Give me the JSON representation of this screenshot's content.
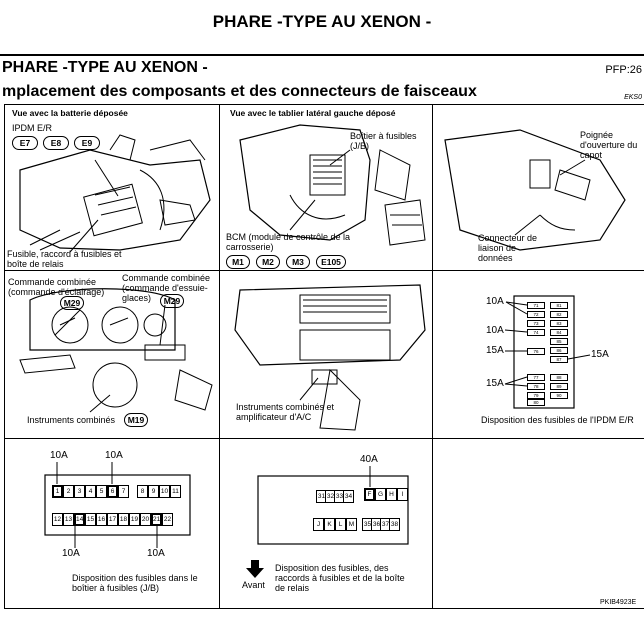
{
  "header": {
    "main_title": "PHARE -TYPE AU XENON -",
    "section_title": "PHARE -TYPE AU XENON -",
    "pfp": "PFP:26",
    "subtitle": "mplacement des composants et des connecteurs de faisceaux",
    "code": "EKS0"
  },
  "panel1": {
    "heading": "Vue avec la batterie déposée",
    "ipdm": "IPDM E/R",
    "connectors": [
      "E7",
      "E8",
      "E9"
    ],
    "fuse_label": "Fusible, raccord à fusibles et boîte de relais"
  },
  "panel2": {
    "heading": "Vue avec le tablier latéral gauche déposé",
    "fuse_box": "Boîtier à fusibles (J/B)",
    "bcm": "BCM (module de contrôle de la carrosserie)",
    "connectors": [
      "M1",
      "M2",
      "M3",
      "E105"
    ]
  },
  "panel3": {
    "hood": "Poignée d'ouverture du capot",
    "data_link": "Connecteur de liaison de données"
  },
  "panel4": {
    "combo_light": "Commande combinée (commande d'éclairage)",
    "combo_light_conn": "M29",
    "combo_wiper": "Commande combinée (commande d'essuie-glaces)",
    "combo_wiper_conn": "M29",
    "cluster": "Instruments combinés",
    "cluster_conn": "M19"
  },
  "panel5": {
    "label": "Instruments combinés et amplificateur d'A/C"
  },
  "panel6": {
    "amps": [
      "10A",
      "10A",
      "15A",
      "15A",
      "15A"
    ],
    "fuse_numbers": [
      "71",
      "72",
      "73",
      "74",
      "76",
      "77",
      "78",
      "79",
      "80",
      "81",
      "82",
      "83",
      "84",
      "85",
      "86",
      "87",
      "88",
      "89",
      "90"
    ],
    "caption": "Disposition des fusibles de l'IPDM E/R"
  },
  "panel7": {
    "amps": [
      "10A",
      "10A",
      "10A",
      "10A"
    ],
    "top_row": [
      "1",
      "2",
      "3",
      "4",
      "5",
      "6",
      "7",
      "8",
      "9",
      "10",
      "11"
    ],
    "bottom_row": [
      "12",
      "13",
      "14",
      "15",
      "16",
      "17",
      "18",
      "19",
      "20",
      "21",
      "22"
    ],
    "caption": "Disposition des fusibles dans le boîtier à fusibles (J/B)"
  },
  "panel8": {
    "amp": "40A",
    "top_left": [
      "31",
      "32",
      "33",
      "34"
    ],
    "top_right": [
      "F",
      "G",
      "H",
      "I"
    ],
    "bottom_left": [
      "J",
      "K",
      "L",
      "M"
    ],
    "bottom_right": [
      "35",
      "36",
      "37",
      "38"
    ],
    "front": "Avant",
    "caption": "Disposition des fusibles, des raccords à fusibles et de la boîte de relais",
    "code": "PKIB4923E"
  }
}
